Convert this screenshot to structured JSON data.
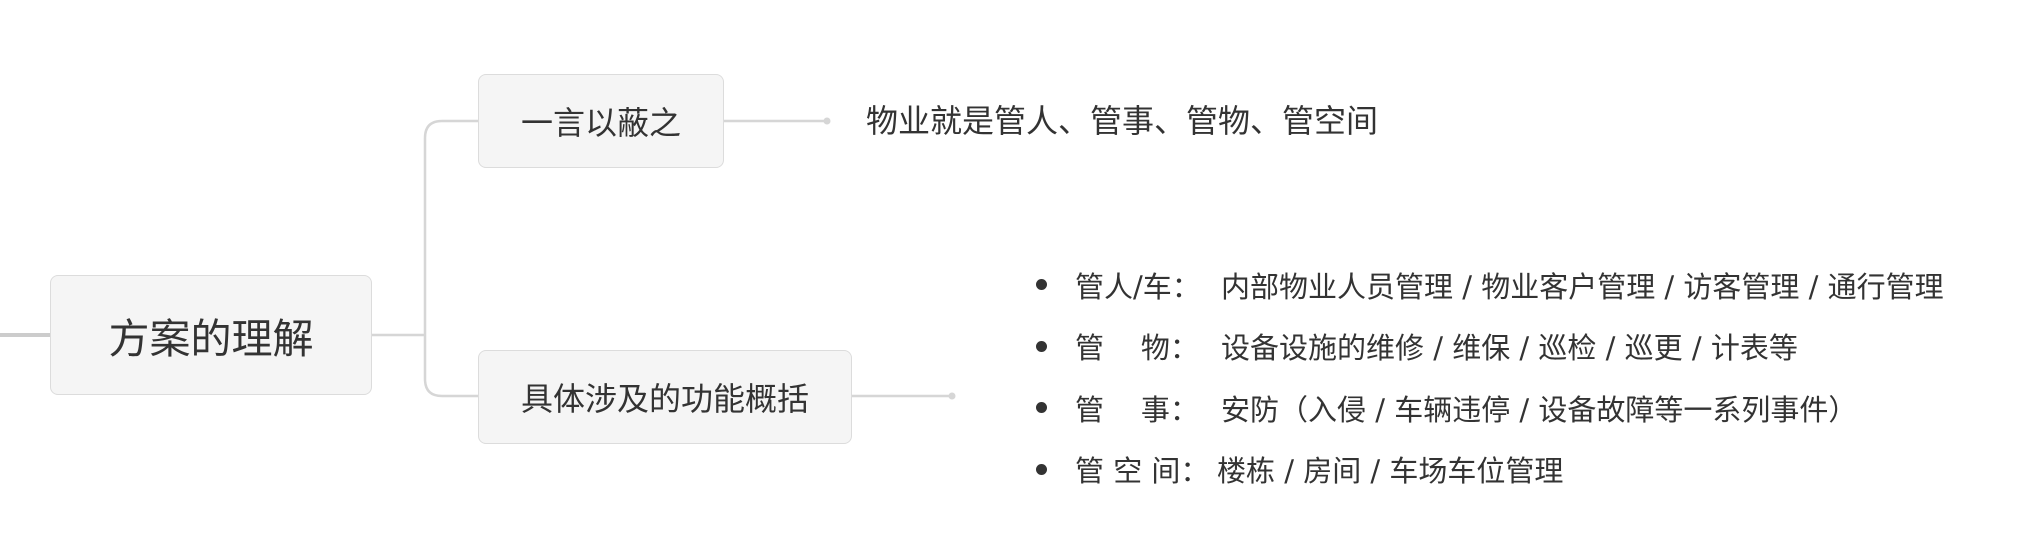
{
  "root": {
    "label": "方案的理解"
  },
  "branches": [
    {
      "label": "一言以蔽之"
    },
    {
      "label": "具体涉及的功能概括"
    }
  ],
  "summary": {
    "text": "物业就是管人、管事、管物、管空间"
  },
  "functions": [
    {
      "label": "管人/车：",
      "detail": "内部物业人员管理 / 物业客户管理 / 访客管理 / 通行管理"
    },
    {
      "label": "管    物：",
      "detail": "设备设施的维修 / 维保 / 巡检 / 巡更 / 计表等"
    },
    {
      "label": "管    事：",
      "detail": "安防（入侵 / 车辆违停 / 设备故障等一系列事件）"
    },
    {
      "label": "管 空 间：",
      "detail": "楼栋 / 房间 / 车场车位管理"
    }
  ],
  "colors": {
    "node_fill": "#f5f5f5",
    "node_border": "#dcdcdc",
    "connector": "#d6d6d6",
    "text": "#333333"
  }
}
